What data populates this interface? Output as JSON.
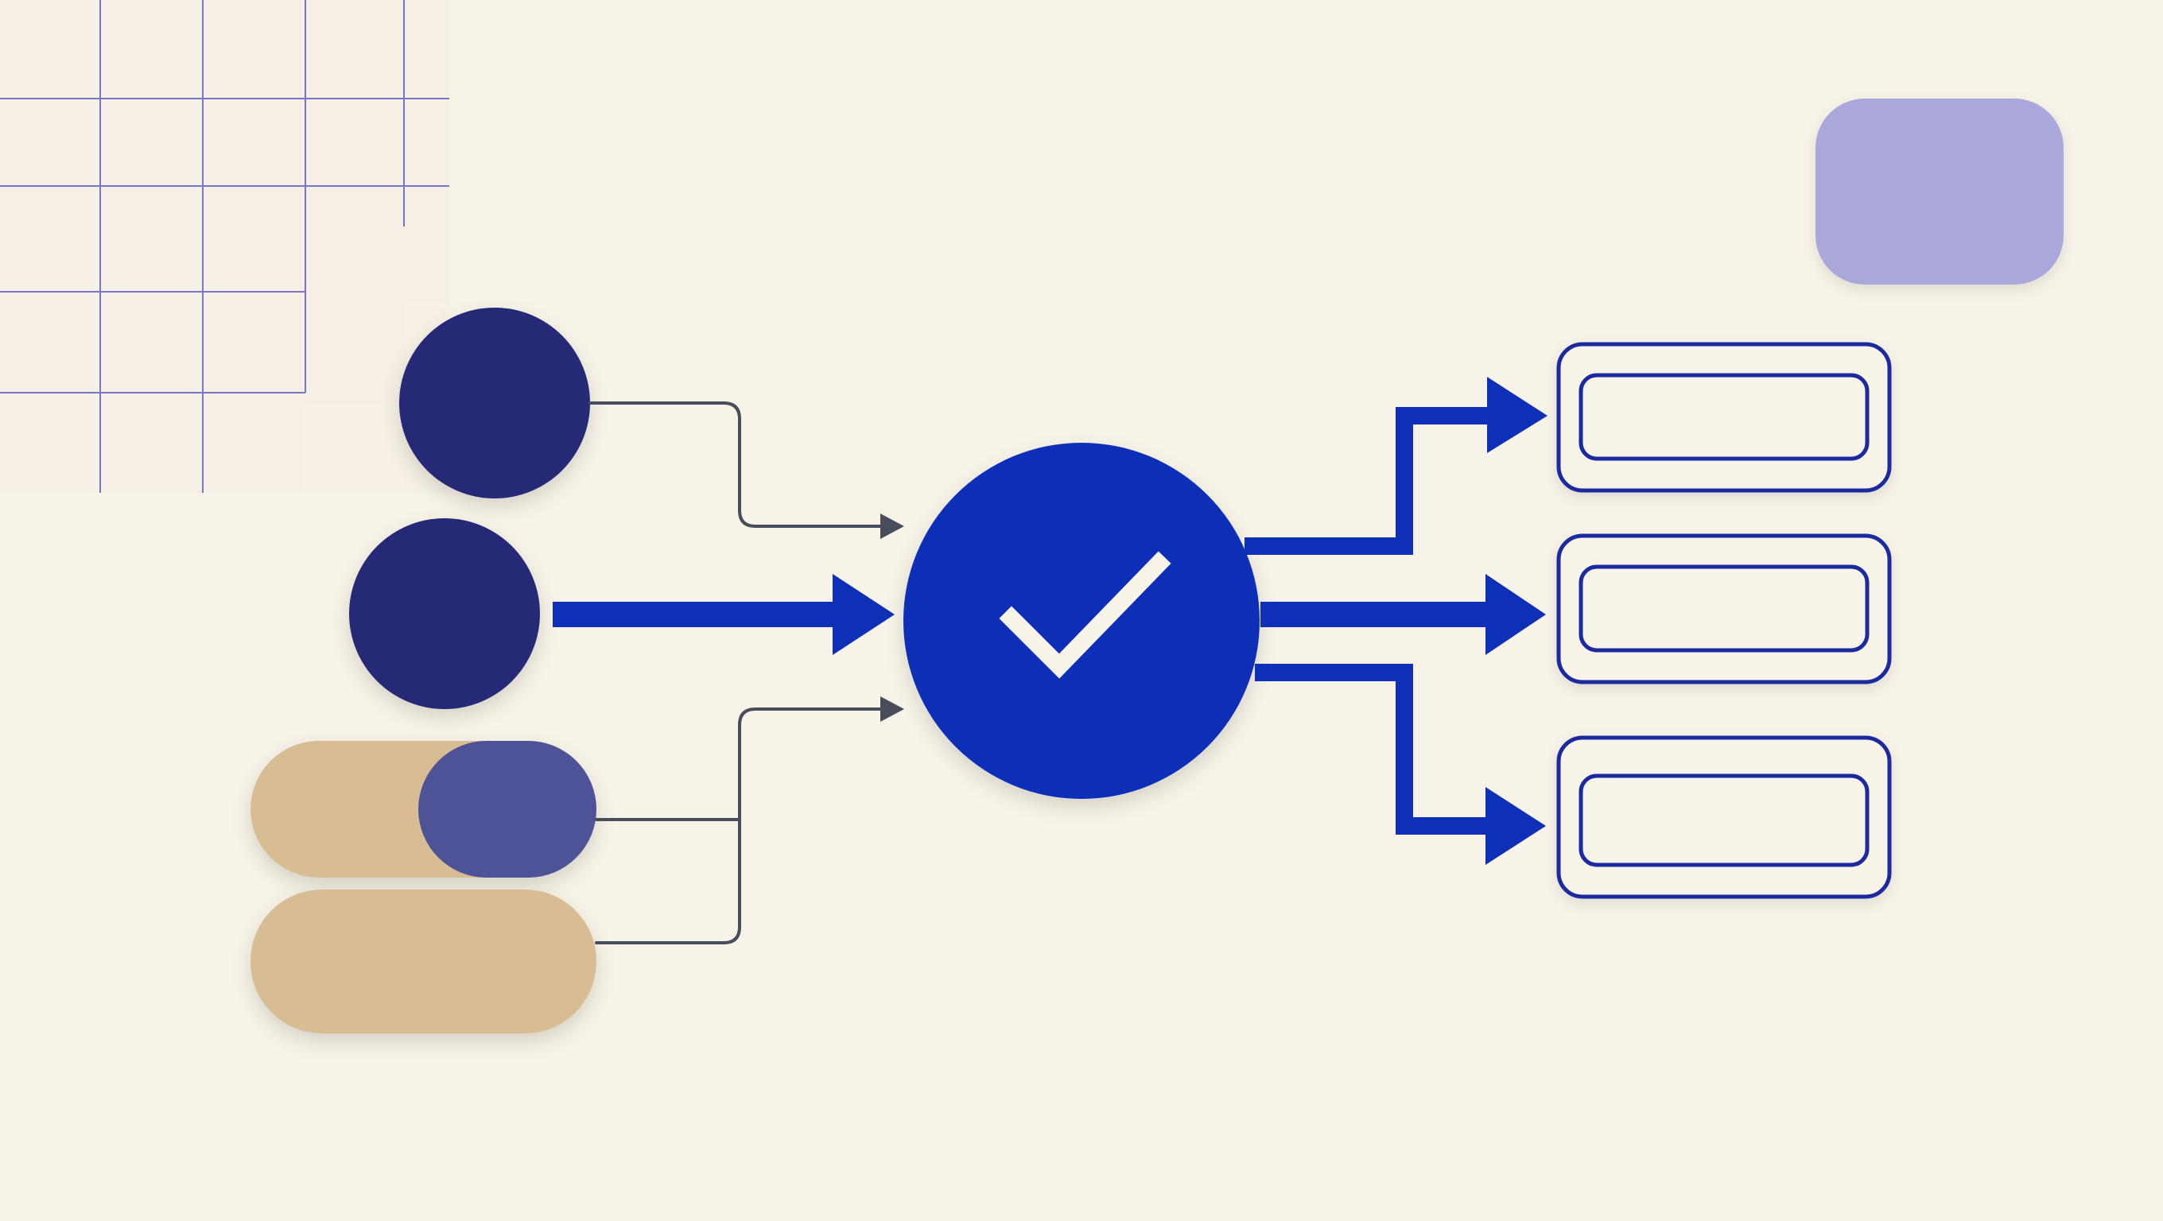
{
  "diagram": {
    "background_color": "#f8f3e8",
    "grid_color": "#6f6fc8",
    "input_circle_color": "#252b76",
    "toggle_track_color": "#d8bd94",
    "toggle_knob_color": "#4d5296",
    "connector_color": "#474d5a",
    "flow_color": "#0e2fb8",
    "hub_color": "#0a2fb7",
    "check_color": "#f8f3e8",
    "output_border_color": "#1b2aa0",
    "accent_card_color": "#aaa8da",
    "icons": {
      "hub": "checkmark-icon",
      "outputs": "box-icon"
    },
    "nodes": [
      {
        "id": "input-circle-1",
        "kind": "input-circle"
      },
      {
        "id": "input-circle-2",
        "kind": "input-circle"
      },
      {
        "id": "input-toggle",
        "kind": "toggle"
      },
      {
        "id": "input-pill",
        "kind": "pill"
      },
      {
        "id": "verify-hub",
        "kind": "checkmark"
      },
      {
        "id": "output-box-1",
        "kind": "output-box"
      },
      {
        "id": "output-box-2",
        "kind": "output-box"
      },
      {
        "id": "output-box-3",
        "kind": "output-box"
      },
      {
        "id": "accent-card",
        "kind": "decorative-card"
      }
    ],
    "edges": [
      {
        "from": "input-circle-1",
        "to": "verify-hub",
        "style": "thin"
      },
      {
        "from": "input-circle-2",
        "to": "verify-hub",
        "style": "thick"
      },
      {
        "from": "input-toggle",
        "to": "verify-hub",
        "style": "thin"
      },
      {
        "from": "input-pill",
        "to": "verify-hub",
        "style": "thin"
      },
      {
        "from": "verify-hub",
        "to": "output-box-1",
        "style": "thick"
      },
      {
        "from": "verify-hub",
        "to": "output-box-2",
        "style": "thick"
      },
      {
        "from": "verify-hub",
        "to": "output-box-3",
        "style": "thick"
      }
    ]
  }
}
